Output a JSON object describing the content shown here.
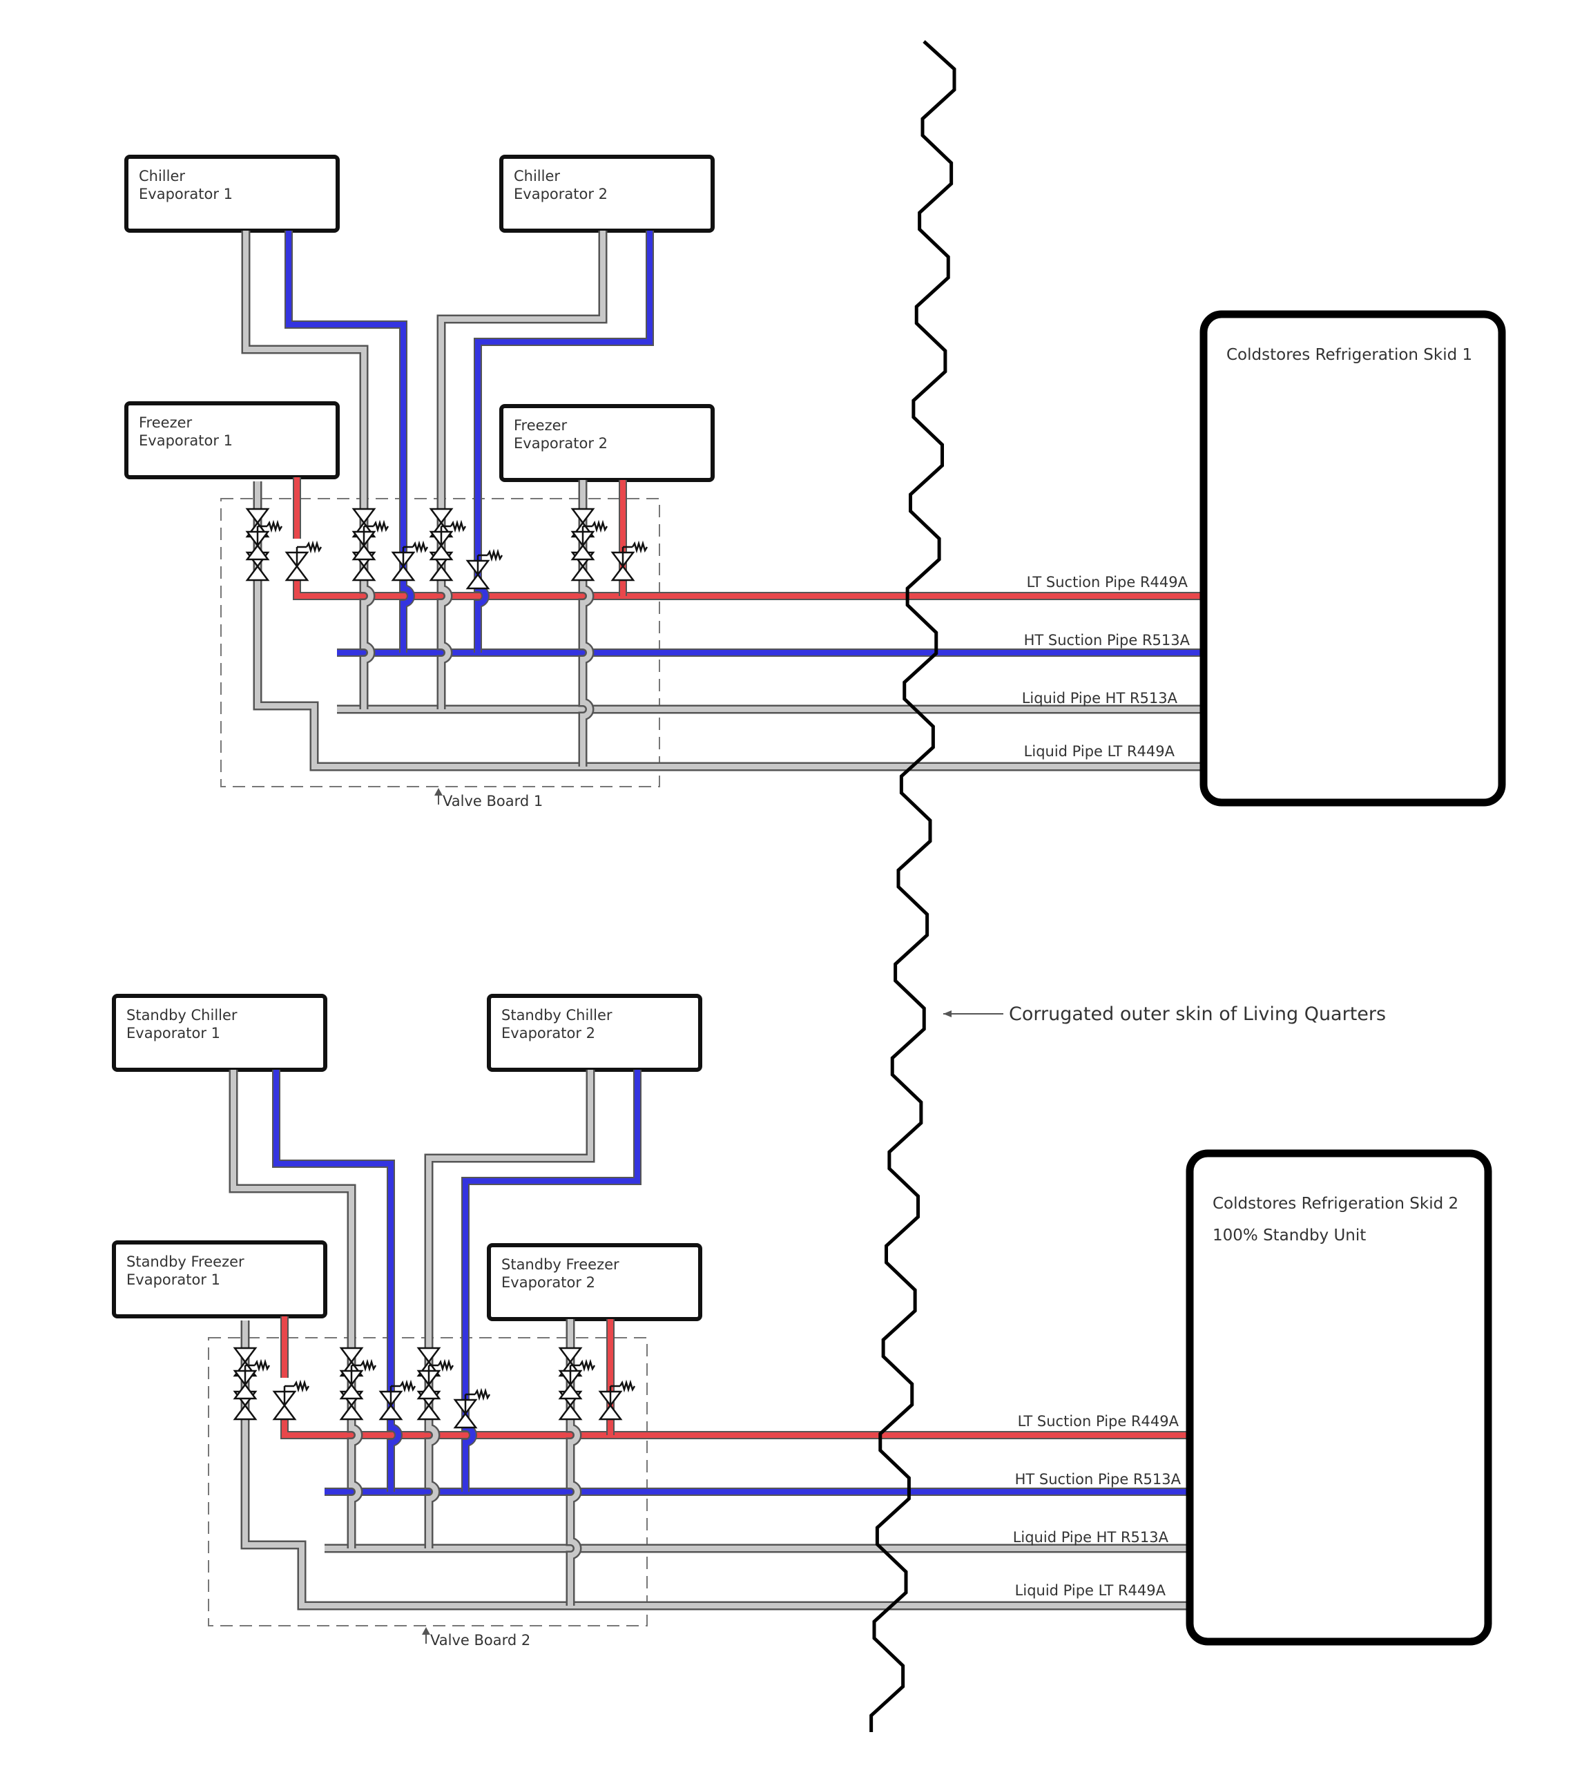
{
  "colors": {
    "lt_suction": "#e8474b",
    "ht_suction": "#3434e0",
    "liquid": "#c8c8c8",
    "liquid_outline": "#555555",
    "outline": "#111111"
  },
  "boards": [
    {
      "evaporators": [
        {
          "line1": "Chiller",
          "line2": "Evaporator 1"
        },
        {
          "line1": "Chiller",
          "line2": "Evaporator 2"
        },
        {
          "line1": "Freezer",
          "line2": "Evaporator 1"
        },
        {
          "line1": "Freezer",
          "line2": "Evaporator 2"
        }
      ],
      "valve_board_label": "Valve Board 1",
      "skid": {
        "line1": "Coldstores Refrigeration Skid 1",
        "line2": ""
      },
      "pipes": {
        "lt_suction": "LT Suction Pipe R449A",
        "ht_suction": "HT Suction Pipe R513A",
        "liquid_ht": "Liquid Pipe HT R513A",
        "liquid_lt": "Liquid Pipe LT R449A"
      }
    },
    {
      "evaporators": [
        {
          "line1": "Standby Chiller",
          "line2": "Evaporator 1"
        },
        {
          "line1": "Standby Chiller",
          "line2": "Evaporator 2"
        },
        {
          "line1": "Standby Freezer",
          "line2": "Evaporator 1"
        },
        {
          "line1": "Standby Freezer",
          "line2": "Evaporator 2"
        }
      ],
      "valve_board_label": "Valve Board 2",
      "skid": {
        "line1": "Coldstores Refrigeration Skid 2",
        "line2": "100% Standby Unit"
      },
      "pipes": {
        "lt_suction": "LT Suction Pipe R449A",
        "ht_suction": "HT Suction Pipe R513A",
        "liquid_ht": "Liquid Pipe HT R513A",
        "liquid_lt": "Liquid Pipe LT R449A"
      }
    }
  ],
  "wall_label": "Corrugated outer skin of Living Quarters"
}
